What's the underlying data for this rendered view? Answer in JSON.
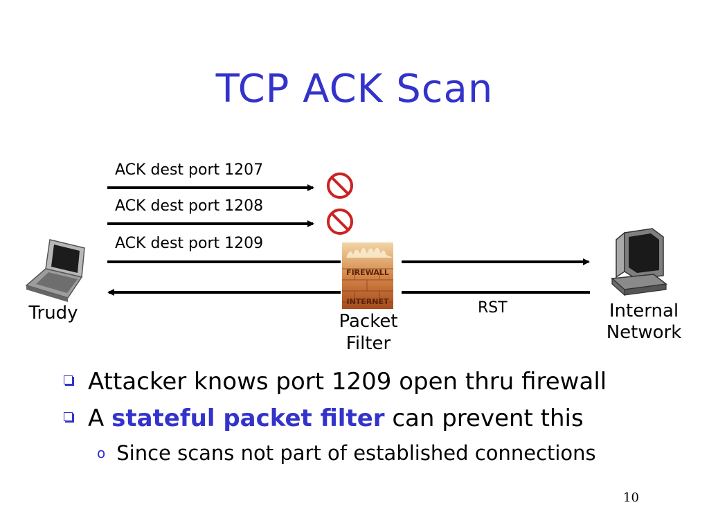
{
  "slide": {
    "title": "TCP ACK Scan",
    "page_number": "10"
  },
  "diagram": {
    "messages": [
      {
        "label": "ACK dest port 1207",
        "direction": "right",
        "blocked": true
      },
      {
        "label": "ACK dest port 1208",
        "direction": "right",
        "blocked": true
      },
      {
        "label": "ACK dest port 1209",
        "direction": "right",
        "blocked": false
      },
      {
        "label": "RST",
        "direction": "left",
        "blocked": false
      }
    ],
    "nodes": {
      "left": {
        "label": "Trudy",
        "icon": "laptop-icon"
      },
      "middle": {
        "label_line1": "Packet",
        "label_line2": "Filter",
        "icon": "firewall-icon",
        "icon_text_top": "FIREWALL",
        "icon_text_bottom": "INTERNET"
      },
      "right": {
        "label_line1": "Internal",
        "label_line2": "Network",
        "icon": "desktop-computer-icon"
      }
    },
    "blocked_icon": "no-entry-icon",
    "colors": {
      "blocked": "#cc2222",
      "accent": "#3333cc",
      "firewall": "#c0622a"
    }
  },
  "bullets": [
    {
      "text": "Attacker knows port 1209 open thru firewall"
    },
    {
      "prefix": "A ",
      "highlight": "stateful packet filter",
      "suffix": " can prevent this"
    }
  ],
  "sub_bullets": [
    {
      "marker": "o",
      "text": "Since scans not part of established connections"
    }
  ]
}
